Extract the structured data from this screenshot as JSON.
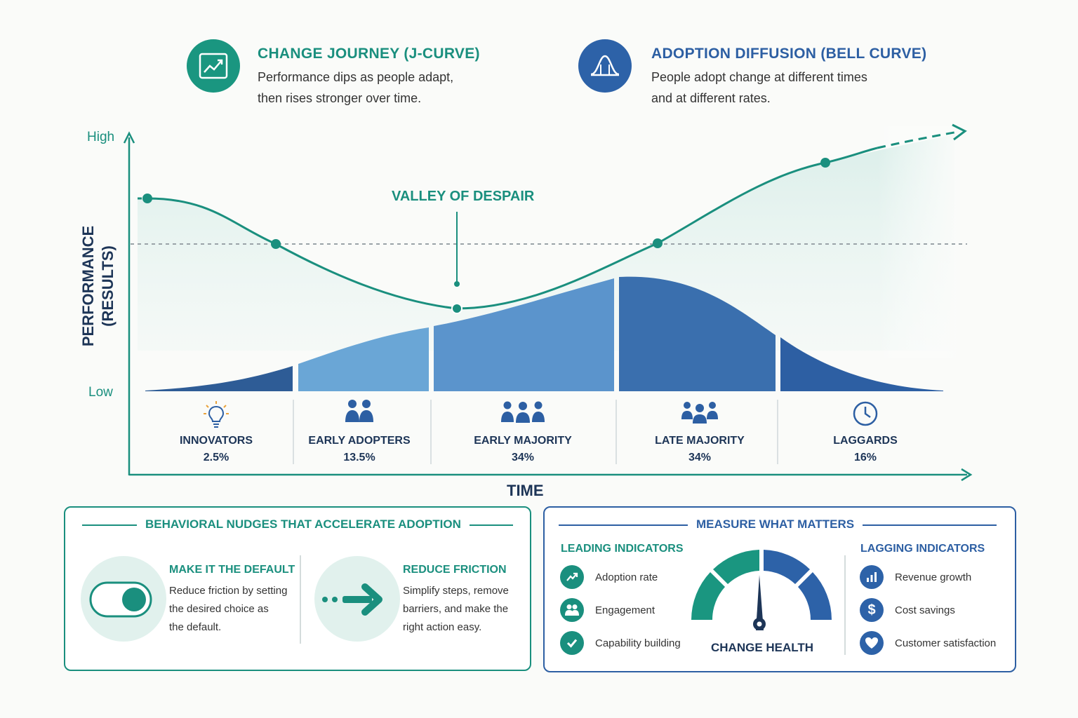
{
  "header": {
    "jcurve": {
      "title": "CHANGE JOURNEY (J-CURVE)",
      "desc_line1": "Performance dips as people adapt,",
      "desc_line2": "then rises stronger over time."
    },
    "bell": {
      "title": "ADOPTION DIFFUSION (BELL CURVE)",
      "desc_line1": "People adopt change at different times",
      "desc_line2": "and at different rates."
    }
  },
  "chart": {
    "y_high": "High",
    "y_low": "Low",
    "y_label_line1": "PERFORMANCE",
    "y_label_line2": "(RESULTS)",
    "x_label": "TIME",
    "annotation": "VALLEY OF DESPAIR",
    "segments": [
      {
        "name": "INNOVATORS",
        "percent": "2.5%",
        "icon": "lightbulb-icon"
      },
      {
        "name": "EARLY ADOPTERS",
        "percent": "13.5%",
        "icon": "two-people-icon"
      },
      {
        "name": "EARLY MAJORITY",
        "percent": "34%",
        "icon": "three-people-icon"
      },
      {
        "name": "LATE MAJORITY",
        "percent": "34%",
        "icon": "group-icon"
      },
      {
        "name": "LAGGARDS",
        "percent": "16%",
        "icon": "clock-icon"
      }
    ]
  },
  "nudges": {
    "title": "BEHAVIORAL NUDGES THAT ACCELERATE ADOPTION",
    "items": [
      {
        "title": "MAKE IT THE DEFAULT",
        "line1": "Reduce friction by setting",
        "line2": "the desired choice as",
        "line3": "the default.",
        "icon": "toggle-switch-icon"
      },
      {
        "title": "REDUCE FRICTION",
        "line1": "Simplify steps, remove",
        "line2": "barriers, and make the",
        "line3": "right action easy.",
        "icon": "arrow-right-icon"
      }
    ]
  },
  "measure": {
    "title": "MEASURE WHAT MATTERS",
    "leading": {
      "title": "LEADING INDICATORS",
      "items": [
        "Adoption rate",
        "Engagement",
        "Capability building"
      ]
    },
    "lagging": {
      "title": "LAGGING INDICATORS",
      "items": [
        "Revenue growth",
        "Cost savings",
        "Customer satisfaction"
      ]
    },
    "gauge_label": "CHANGE HEALTH"
  },
  "colors": {
    "teal": "#1a8f7e",
    "blue": "#2d5fa3",
    "navy": "#1d3557"
  }
}
